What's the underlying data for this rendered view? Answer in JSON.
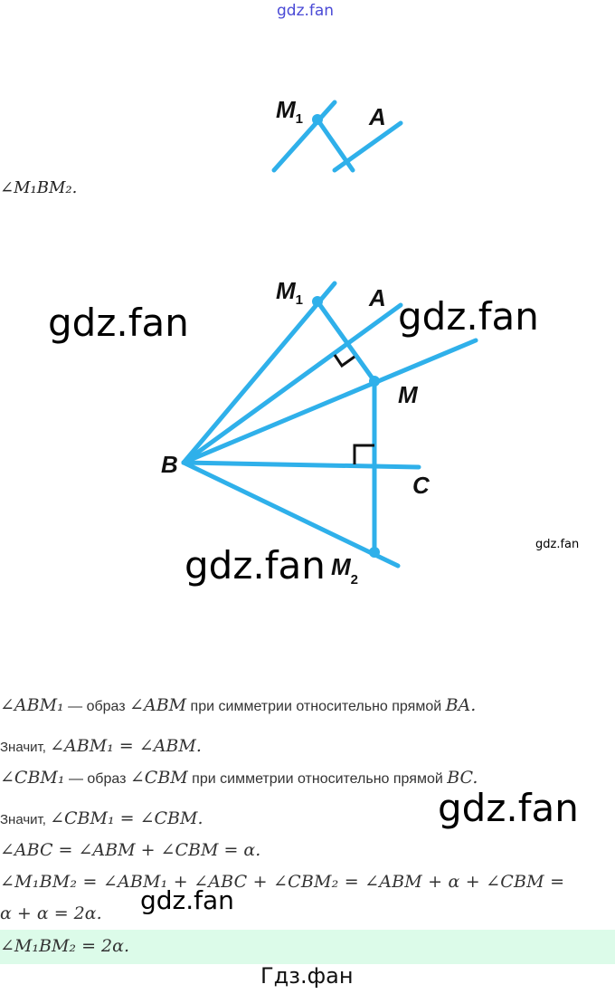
{
  "watermarks": {
    "top": "gdz.fan",
    "left": "gdz.fan",
    "right": "gdz.fan",
    "bottom": "gdz.fan",
    "small": "gdz.fan",
    "text_right": "gdz.fan",
    "text_mid": "gdz.fan"
  },
  "top_figure": {
    "labels": {
      "m1": "M",
      "m1_sub": "1",
      "a": "A"
    }
  },
  "caption": "∠M₁BM₂.",
  "figure": {
    "labels": {
      "m1": "M",
      "m1_sub": "1",
      "a": "A",
      "m": "M",
      "b": "B",
      "c": "C",
      "m2": "M",
      "m2_sub": "2"
    },
    "line_color": "#2fb0ea"
  },
  "solution": [
    {
      "math1": "∠ABM₁",
      "text1": " — образ ",
      "math2": "∠ABM",
      "text2": " при симметрии относительно прямой ",
      "math3": "BA."
    },
    {
      "text1": "Значит, ",
      "math1": "∠ABM₁ = ∠ABM."
    },
    {
      "math1": "∠CBM₁",
      "text1": " — образ ",
      "math2": "∠CBM",
      "text2": " при симметрии относительно прямой ",
      "math3": "BC."
    },
    {
      "text1": "Значит, ",
      "math1": "∠CBM₁ = ∠CBM."
    },
    {
      "math1": "∠ABC = ∠ABM + ∠CBM = α."
    },
    {
      "math1": "∠M₁BM₂ = ∠ABM₁ + ∠ABC + ∠CBM₂ = ∠ABM + α + ∠CBM ="
    },
    {
      "math1": "α + α = 2α."
    }
  ],
  "answer": "∠M₁BM₂ = 2α.",
  "footer": "Гдз.фан",
  "answer_bg": "#dcfbe9"
}
